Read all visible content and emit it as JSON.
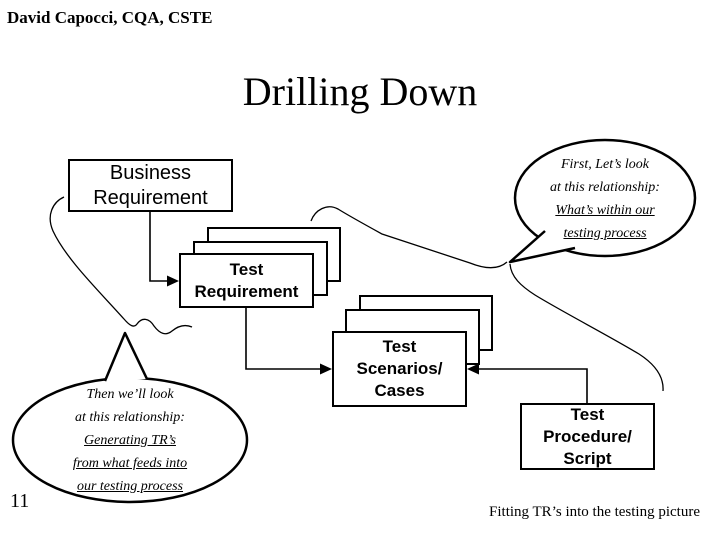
{
  "header": {
    "author": "David Capocci, CQA, CSTE"
  },
  "title": "Drilling Down",
  "page_number": "11",
  "footer_note": "Fitting TR’s into the testing picture",
  "boxes": {
    "business_requirement": "Business\nRequirement",
    "test_requirement": "Test\nRequirement",
    "test_scenarios": "Test\nScenarios/\nCases",
    "test_procedure": "Test\nProcedure/\nScript"
  },
  "callouts": {
    "first": {
      "lines": [
        "First, Let’s look",
        "at this relationship:",
        "What’s within our",
        "testing process"
      ]
    },
    "then": {
      "lines": [
        "Then we’ll look",
        "at this relationship:",
        "Generating TR’s",
        "from what feeds into",
        "our testing process"
      ]
    }
  },
  "colors": {
    "line": "#000000",
    "background": "#ffffff"
  }
}
